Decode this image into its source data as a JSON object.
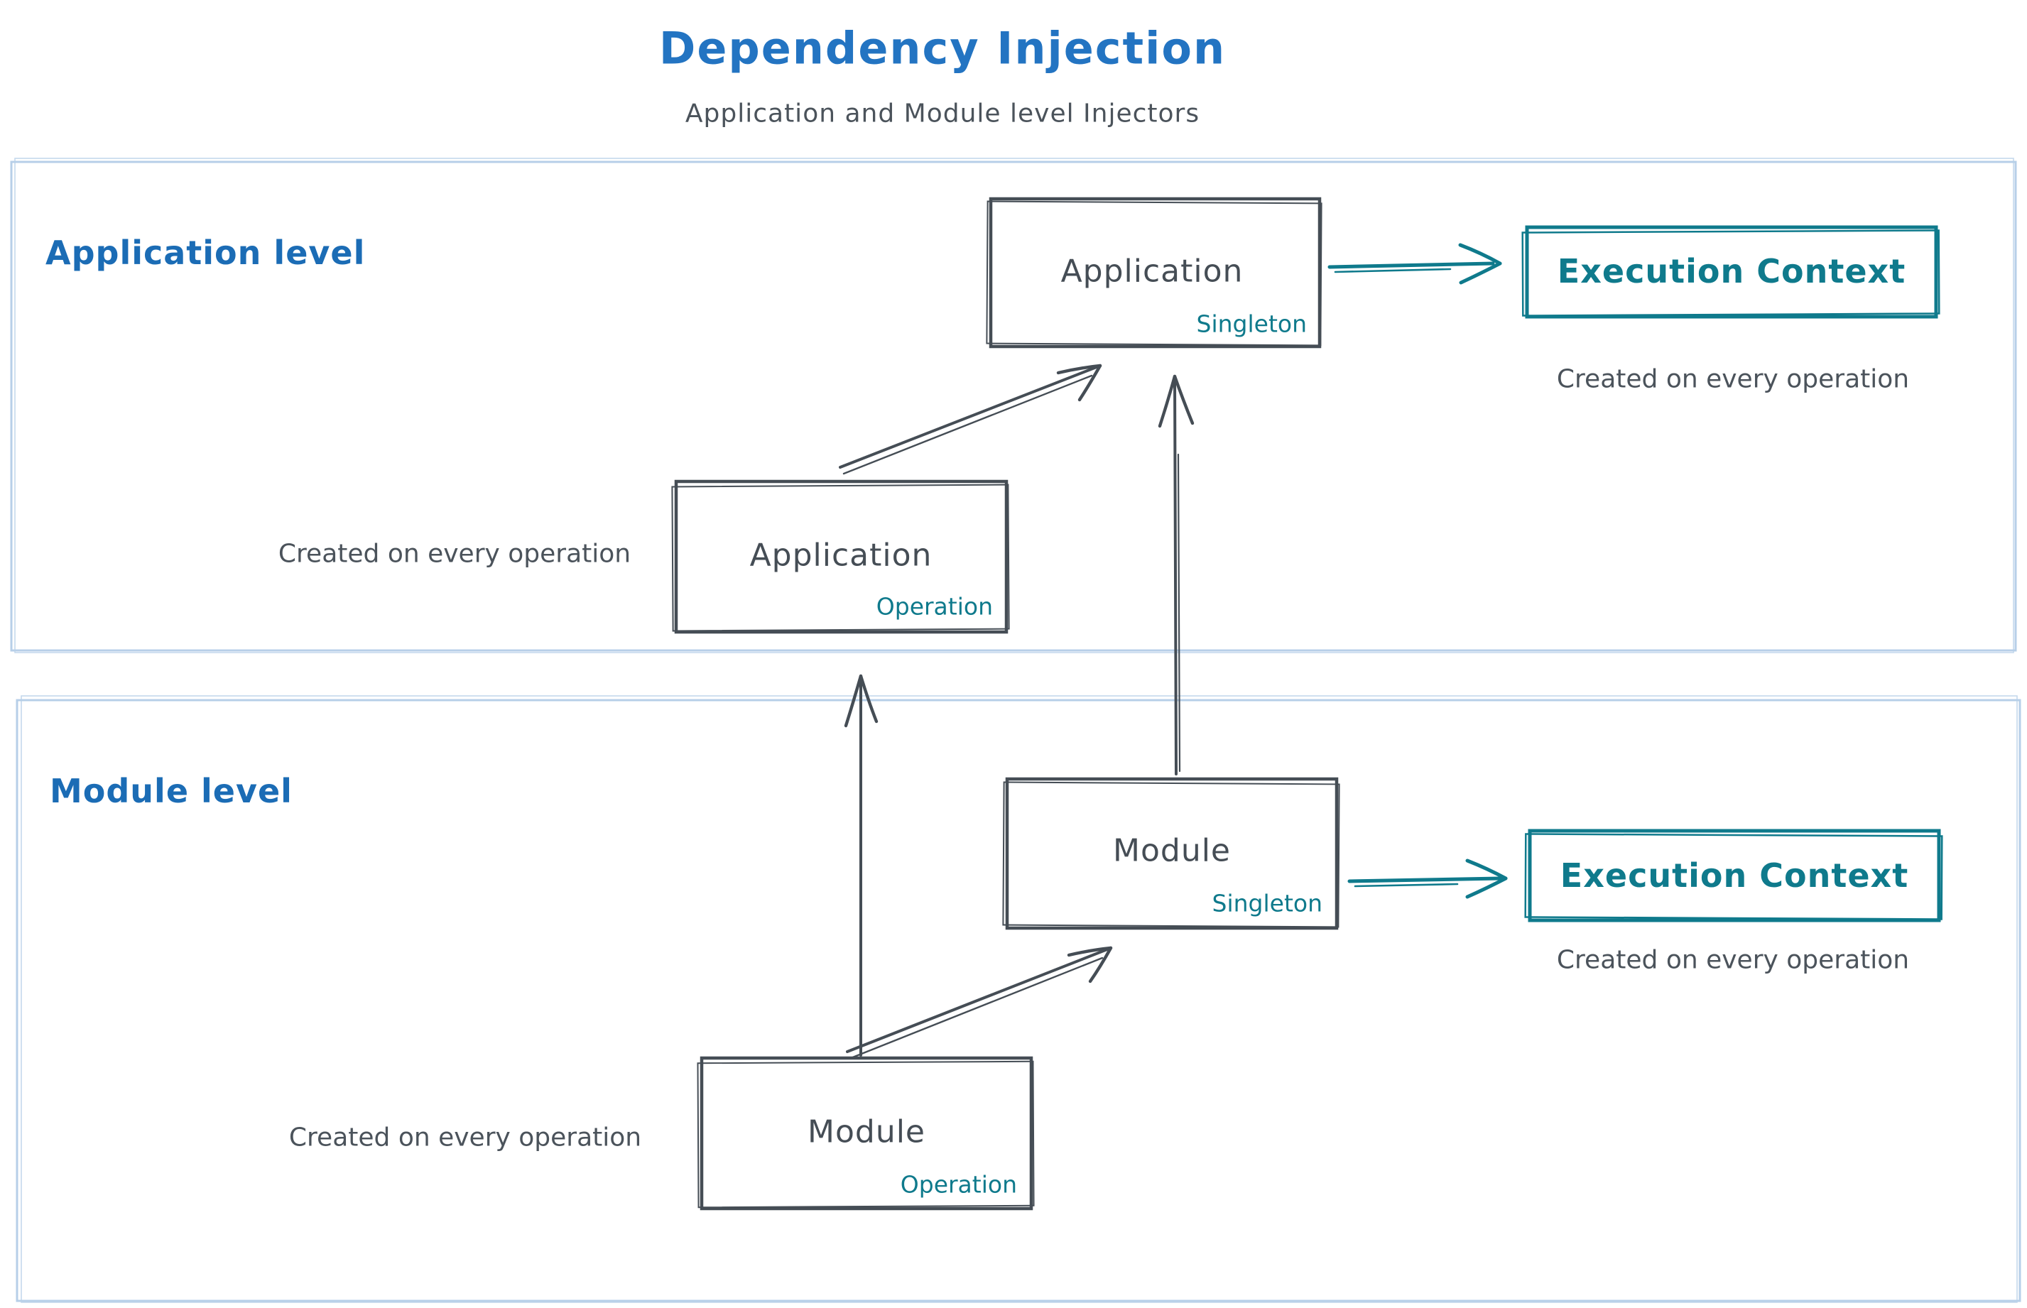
{
  "title": {
    "text": "Dependency Injection",
    "subtitle": "Application and Module level Injectors"
  },
  "colors": {
    "title_blue": "#2374c2",
    "panel_label_blue": "#1b6cb5",
    "ink_gray": "#454d55",
    "teal": "#0f7a8c",
    "panel_border_blue": "#b7cfe8"
  },
  "panels": [
    {
      "label": "Application level"
    },
    {
      "label": "Module level"
    }
  ],
  "boxes": {
    "application_singleton": {
      "title": "Application",
      "tag": "Singleton"
    },
    "application_operation": {
      "title": "Application",
      "tag": "Operation"
    },
    "module_singleton": {
      "title": "Module",
      "tag": "Singleton"
    },
    "module_operation": {
      "title": "Module",
      "tag": "Operation"
    },
    "execution_context_application": {
      "title": "Execution Context",
      "note": "Created on every operation"
    },
    "execution_context_module": {
      "title": "Execution Context",
      "note": "Created on every operation"
    }
  },
  "notes": {
    "application_operation": "Created on every operation",
    "module_operation": "Created on every operation"
  }
}
